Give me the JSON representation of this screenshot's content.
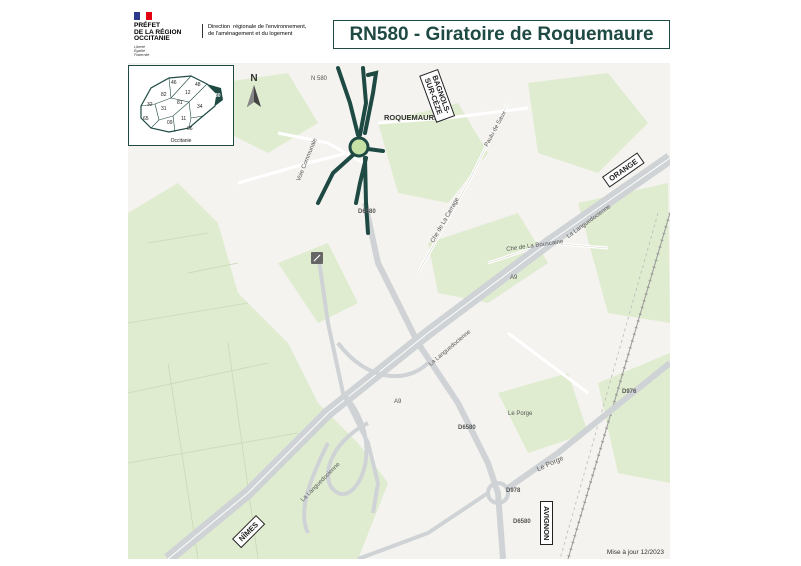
{
  "header": {
    "prefet": "PRÉFET\nDE LA RÉGION\nOCCITANIE",
    "devise": "Liberté\nÉgalité\nFraternité",
    "dreal": "Direction  régionale de l'environnement,\nde l'aménagement et du logement",
    "title": "RN580 - Giratoire de Roquemaure"
  },
  "inset": {
    "label": "Occitanie",
    "departments": [
      "46",
      "48",
      "12",
      "82",
      "81",
      "32",
      "31",
      "34",
      "65",
      "09",
      "11",
      "66",
      "30"
    ],
    "highlight": "30"
  },
  "north": "N",
  "places": {
    "roquemaure": "ROQUEMAURE"
  },
  "roads": {
    "n580": "N 580",
    "voie_communale": "Voie Communale",
    "d6580_top": "D6580",
    "d6580_mid": "D6580",
    "d6580_bottom": "D6580",
    "d976": "D976",
    "d978": "D978",
    "languedocienne_1": "La Languedocienne",
    "languedocienne_2": "La Languedocienne",
    "languedocienne_3": "La Languedocienne",
    "a9_1": "A9",
    "a9_2": "A9",
    "che_carrage": "Che de La Carrage",
    "che_bouscaine": "Che de La Bouscaine",
    "le_porge_1": "Le Porge",
    "le_porge_2": "Le Porge",
    "paulu": "Paulu de Saux"
  },
  "directions": {
    "bagnols": "BAGNOLS-\nSUR-CÈZE",
    "orange": "ORANGE",
    "nimes": "NÎMES",
    "avignon": "AVIGNON"
  },
  "update": "Mise à jour 12/2023",
  "colors": {
    "project": "#1f4a44",
    "roundabout": "#c5e1a5",
    "highway": "#cfd3d6",
    "vegetation": "#dfeccf",
    "background": "#f4f3ef"
  }
}
